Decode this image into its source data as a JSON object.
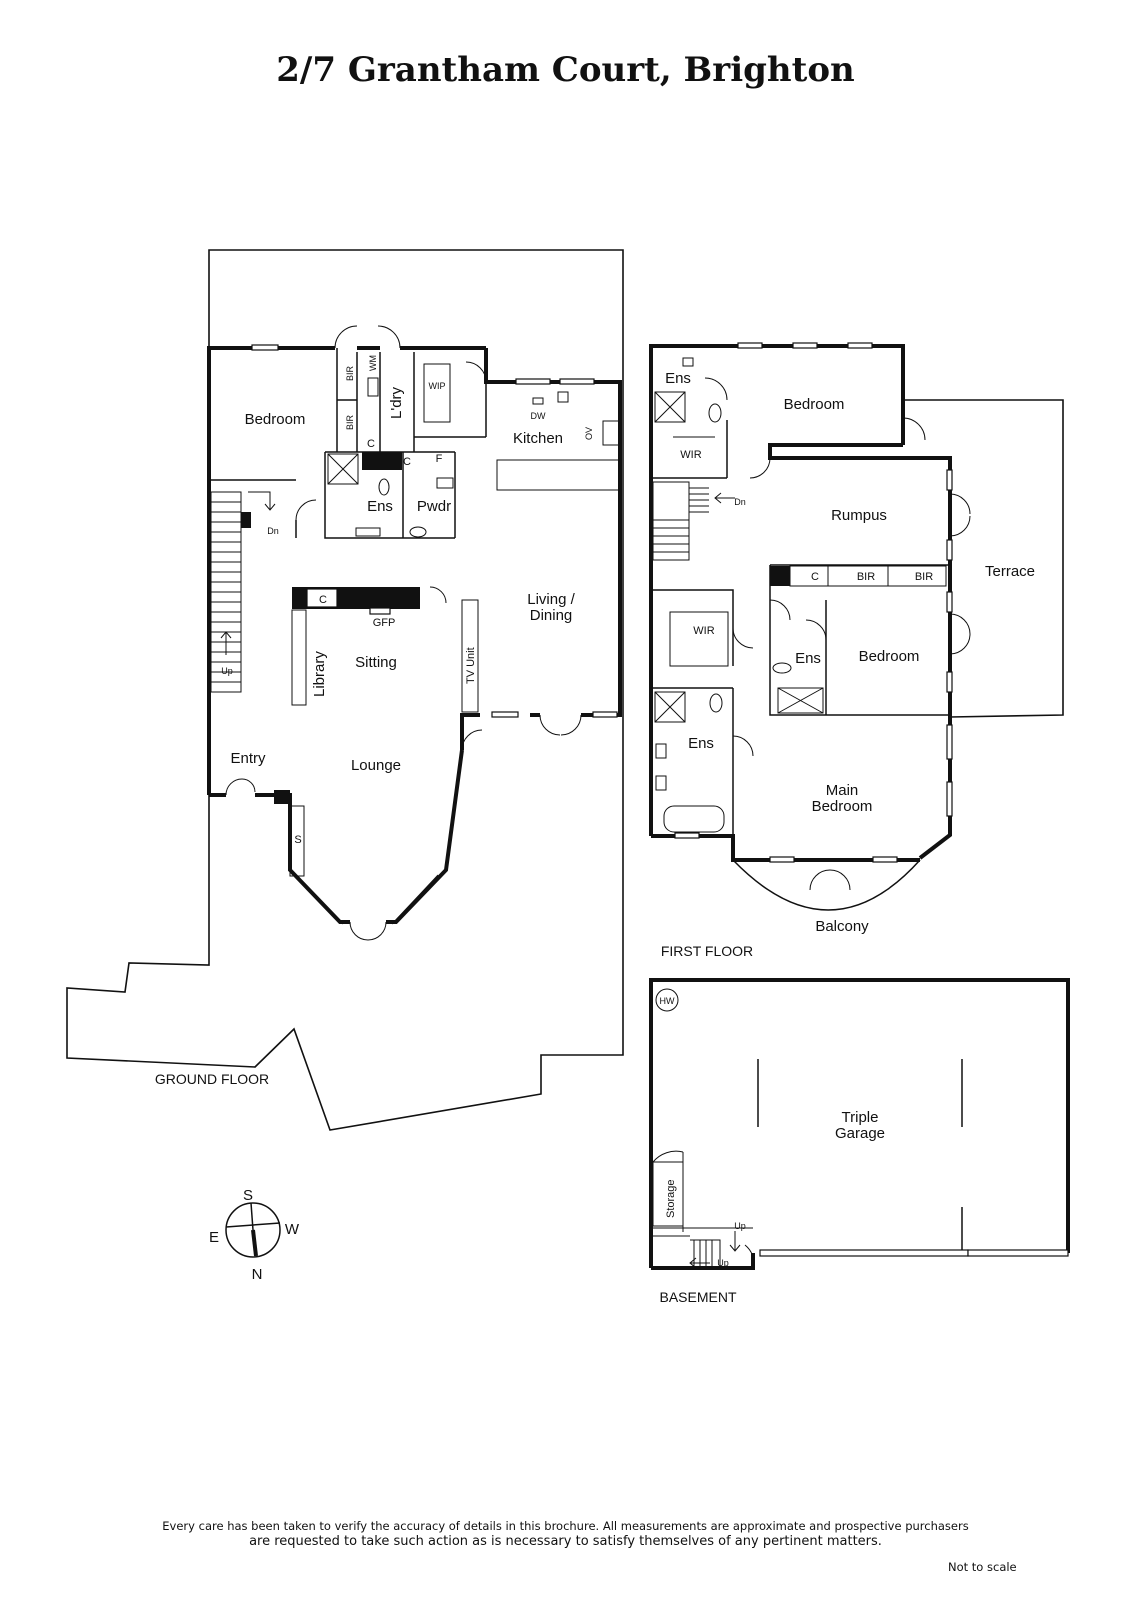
{
  "title": "2/7 Grantham Court, Brighton",
  "floors": {
    "ground": {
      "label": "GROUND FLOOR",
      "rooms": {
        "bedroom": "Bedroom",
        "bir_1": "BIR",
        "bir_2": "BIR",
        "wm": "WM",
        "laundry": "L'dry",
        "wip": "WIP",
        "cupboard_1": "C",
        "cupboard_2": "C",
        "fridge": "F",
        "dishwasher": "DW",
        "oven": "OV",
        "kitchen": "Kitchen",
        "ensuite": "Ens",
        "powder": "Pwdr",
        "stairs_down": "Dn",
        "stairs_up": "Up",
        "cupboard_3": "C",
        "gfp": "GFP",
        "library": "Library",
        "sitting": "Sitting",
        "tv_unit": "TV Unit",
        "living_dining": "Living /\nDining",
        "entry": "Entry",
        "lounge": "Lounge",
        "shelf": "S"
      }
    },
    "first": {
      "label": "FIRST FLOOR",
      "rooms": {
        "ensuite_1": "Ens",
        "bedroom_1": "Bedroom",
        "wir_1": "WIR",
        "stairs_down": "Dn",
        "rumpus": "Rumpus",
        "cupboard": "C",
        "bir_1": "BIR",
        "bir_2": "BIR",
        "terrace": "Terrace",
        "wir_2": "WIR",
        "ensuite_2": "Ens",
        "bedroom_2": "Bedroom",
        "ensuite_3": "Ens",
        "main_bedroom": "Main\nBedroom",
        "balcony": "Balcony"
      }
    },
    "basement": {
      "label": "BASEMENT",
      "rooms": {
        "hot_water": "HW",
        "garage": "Triple\nGarage",
        "storage": "Storage",
        "up_1": "Up",
        "up_2": "Up"
      }
    }
  },
  "compass": {
    "s": "S",
    "e": "E",
    "w": "W",
    "n": "N"
  },
  "disclaimer": {
    "line1": "Every care has been taken to verify the accuracy of details in this brochure.  All measurements are approximate and prospective purchasers",
    "line2": "are requested to take such action as is necessary to satisfy themselves of any pertinent matters.",
    "not_to_scale": "Not to scale"
  }
}
